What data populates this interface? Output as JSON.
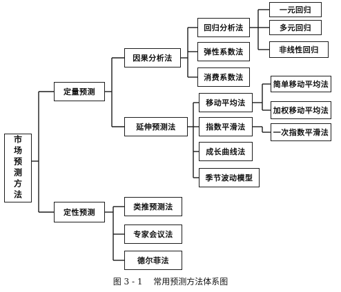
{
  "root": {
    "label": "市场预测方法"
  },
  "level1": {
    "quantitative": "定量预测",
    "qualitative": "定性预测"
  },
  "level2": {
    "causal": "因果分析法",
    "extension": "延伸预测法",
    "analogy": "类推预测法",
    "expert": "专家会议法",
    "delphi": "德尔菲法"
  },
  "level3": {
    "regression": "回归分析法",
    "elasticity": "弹性系数法",
    "consumption": "消费系数法",
    "moving_avg": "移动平均法",
    "exp_smoothing": "指数平滑法",
    "growth_curve": "成长曲线法",
    "seasonal": "季节波动模型"
  },
  "level4": {
    "simple_linear": "一元回归",
    "multiple": "多元回归",
    "nonlinear": "非线性回归",
    "simple_ma": "简单移动平均法",
    "weighted_ma": "加权移动平均法",
    "single_exp": "一次指数平滑法"
  },
  "caption": {
    "number": "图 3 - 1",
    "title": "常用预测方法体系图"
  }
}
